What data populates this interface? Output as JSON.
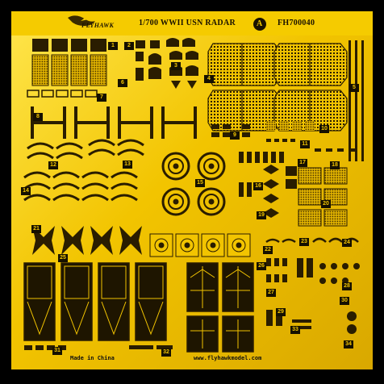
{
  "header": {
    "brand": "FLYHAWK",
    "title": "1/700 WWII USN RADAR",
    "sheet": "A",
    "code": "FH700040"
  },
  "footer": {
    "origin": "Made in China",
    "website": "www.flyhawkmodel.com"
  },
  "part_numbers": [
    "1",
    "2",
    "3",
    "4",
    "5",
    "6",
    "7",
    "8",
    "9",
    "10",
    "11",
    "12",
    "13",
    "14",
    "15",
    "16",
    "17",
    "18",
    "19",
    "20",
    "21",
    "22",
    "23",
    "24",
    "25",
    "26",
    "27",
    "28",
    "29",
    "30",
    "31",
    "32",
    "33",
    "34"
  ],
  "colors": {
    "brass": "#f2c400",
    "brass_light": "#ffe24a",
    "brass_dark": "#8a6a00",
    "etch_shadow": "#1a1200",
    "background": "#000000"
  }
}
